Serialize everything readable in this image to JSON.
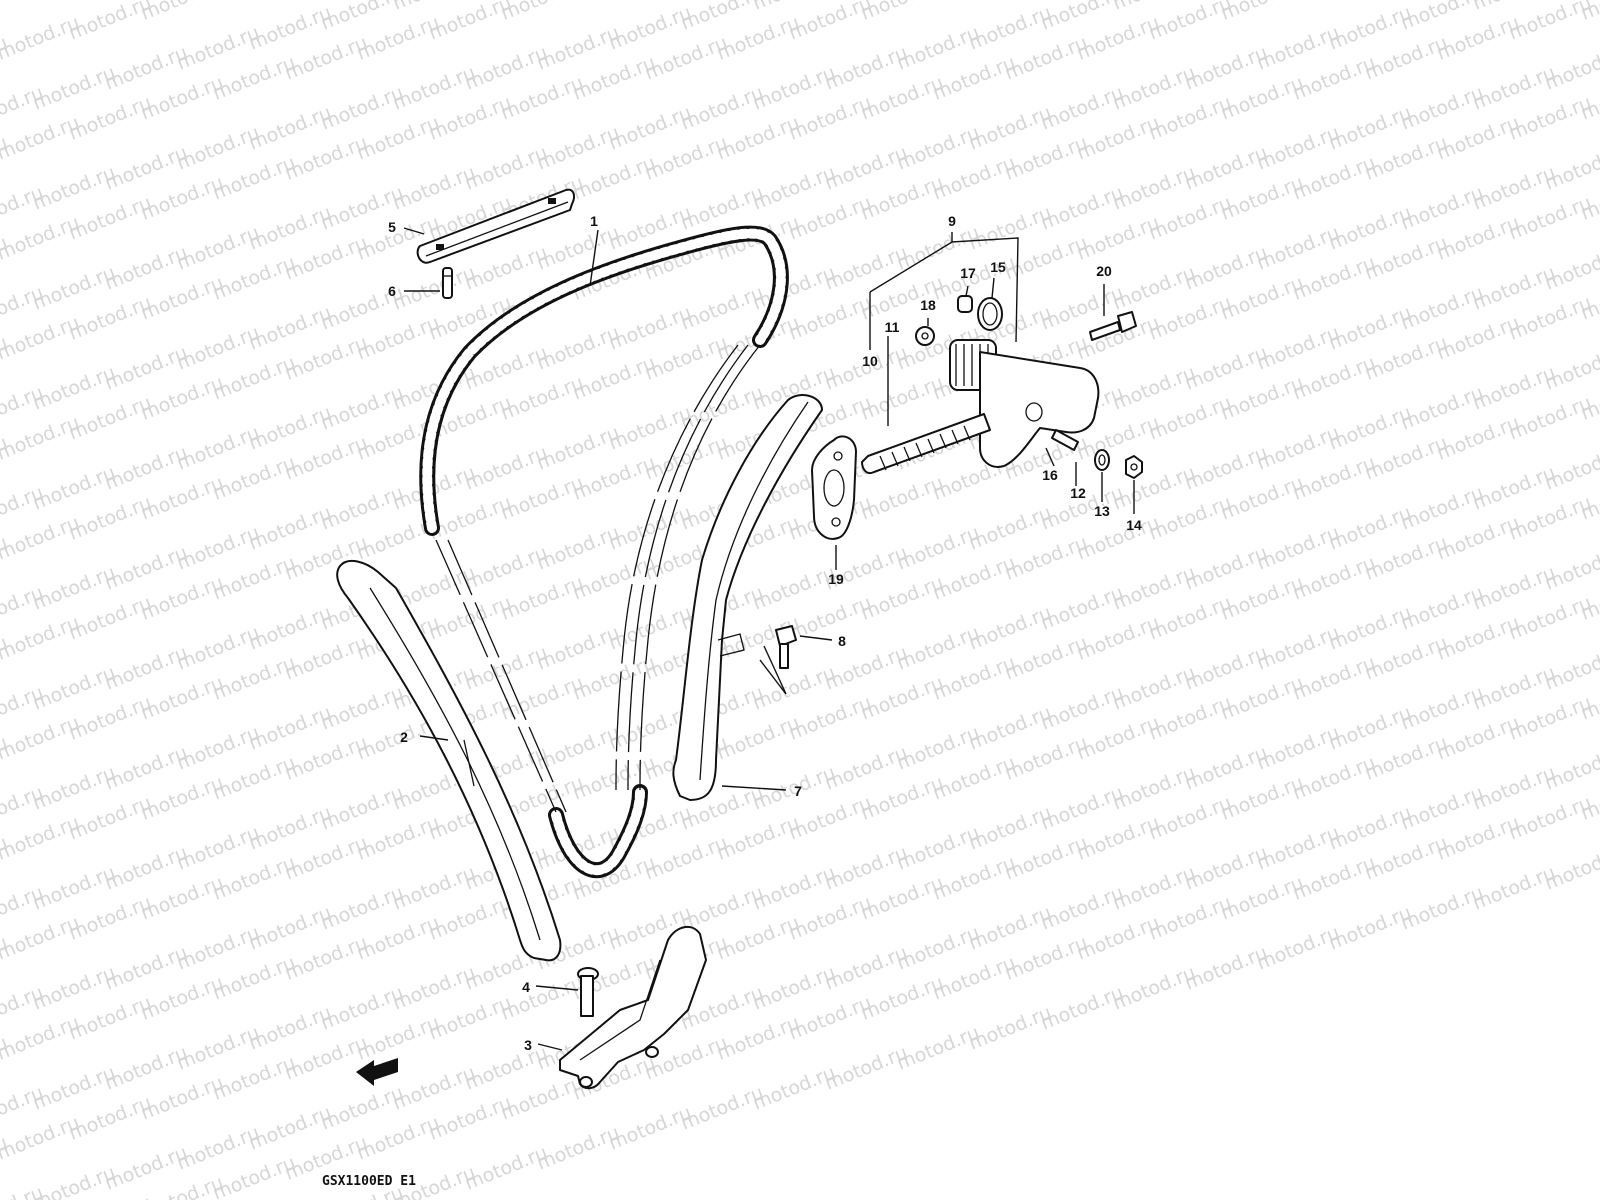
{
  "watermark": {
    "text": "motod.ru"
  },
  "diagram": {
    "code": "GSX1100ED E1",
    "callouts": [
      {
        "id": "1",
        "text": "1"
      },
      {
        "id": "2",
        "text": "2"
      },
      {
        "id": "3",
        "text": "3"
      },
      {
        "id": "4",
        "text": "4"
      },
      {
        "id": "5",
        "text": "5"
      },
      {
        "id": "6",
        "text": "6"
      },
      {
        "id": "7",
        "text": "7"
      },
      {
        "id": "8",
        "text": "8"
      },
      {
        "id": "9",
        "text": "9"
      },
      {
        "id": "10",
        "text": "10"
      },
      {
        "id": "11",
        "text": "11"
      },
      {
        "id": "12",
        "text": "12"
      },
      {
        "id": "13",
        "text": "13"
      },
      {
        "id": "14",
        "text": "14"
      },
      {
        "id": "15",
        "text": "15"
      },
      {
        "id": "16",
        "text": "16"
      },
      {
        "id": "17",
        "text": "17"
      },
      {
        "id": "18",
        "text": "18"
      },
      {
        "id": "19",
        "text": "19"
      },
      {
        "id": "20",
        "text": "20"
      }
    ]
  },
  "colors": {
    "ink": "#111111",
    "watermark": "#d6d6d6",
    "background": "#ffffff"
  },
  "icons": {
    "front_arrow": "front-direction-arrow-icon"
  }
}
